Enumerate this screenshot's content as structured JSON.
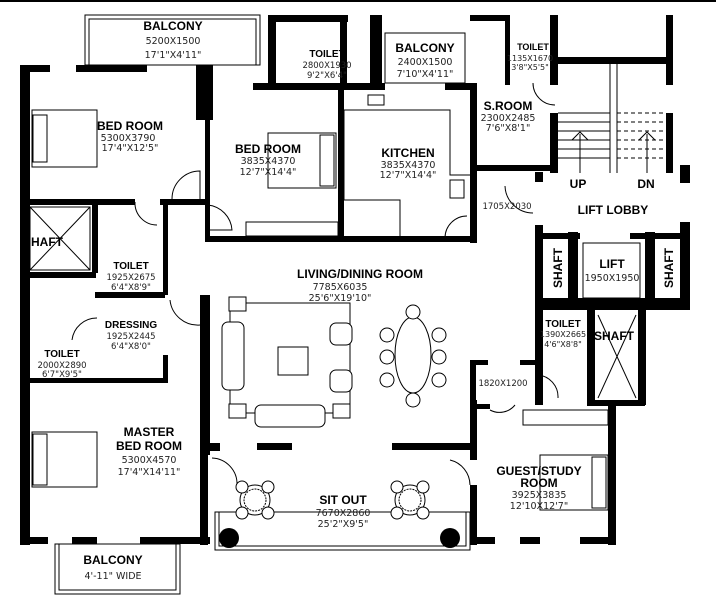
{
  "plan": {
    "rooms": {
      "balcony_top": {
        "name": "BALCONY",
        "size_mm": "5200X1500",
        "size_ft": "17'1\"X4'11\""
      },
      "toilet_top": {
        "name": "TOILET",
        "size_mm": "2800X1930",
        "size_ft": "9'2\"X6'4\""
      },
      "balcony_kitchen": {
        "name": "BALCONY",
        "size_mm": "2400X1500",
        "size_ft": "7'10\"X4'11\""
      },
      "toilet_small": {
        "name": "TOILET",
        "size_mm": "1135X1670",
        "size_ft": "3'8\"X5'5\""
      },
      "bedroom_1": {
        "name": "BED ROOM",
        "size_mm": "5300X3790",
        "size_ft": "17'4\"X12'5\""
      },
      "bedroom_2": {
        "name": "BED ROOM",
        "size_mm": "3835X4370",
        "size_ft": "12'7\"X14'4\""
      },
      "kitchen": {
        "name": "KITCHEN",
        "size_mm": "3835X4370",
        "size_ft": "12'7\"X14'4\""
      },
      "s_room": {
        "name": "S.ROOM",
        "size_mm": "2300X2485",
        "size_ft": "7'6\"X8'1\""
      },
      "stairs": {
        "up": "UP",
        "down": "DN"
      },
      "passage": {
        "size_mm": "1705X2030"
      },
      "lift_lobby": {
        "name": "LIFT LOBBY"
      },
      "shaft_left": {
        "name": "SHAFT"
      },
      "toilet_left": {
        "name": "TOILET",
        "size_mm": "1925X2675",
        "size_ft": "6'4\"X8'9\""
      },
      "living": {
        "name": "LIVING/DINING ROOM",
        "size_mm": "7785X6035",
        "size_ft": "25'6\"X19'10\""
      },
      "shaft_lift_1": {
        "name": "SHAFT"
      },
      "lift": {
        "name": "LIFT",
        "size_mm": "1950X1950"
      },
      "shaft_lift_2": {
        "name": "SHAFT"
      },
      "dressing": {
        "name": "DRESSING",
        "size_mm": "1925X2445",
        "size_ft": "6'4\"X8'0\""
      },
      "toilet_master": {
        "name": "TOILET",
        "size_mm": "2000X2890",
        "size_ft": "6'7\"X9'5\""
      },
      "toilet_guest": {
        "name": "TOILET",
        "size_mm": "1390X2665",
        "size_ft": "4'6\"X8'8\""
      },
      "shaft_right": {
        "name": "SHAFT"
      },
      "foyer": {
        "size_mm": "1820X1200"
      },
      "master_bedroom": {
        "name_line1": "MASTER",
        "name_line2": "BED ROOM",
        "size_mm": "5300X4570",
        "size_ft": "17'4\"X14'11\""
      },
      "sit_out": {
        "name": "SIT OUT",
        "size_mm": "7670X2860",
        "size_ft": "25'2\"X9'5\""
      },
      "guest_room": {
        "name_line1": "GUEST/STUDY",
        "name_line2": "ROOM",
        "size_mm": "3925X3835",
        "size_ft": "12'10X12'7\""
      },
      "balcony_master": {
        "name": "BALCONY",
        "size_ft": "4'-11\" WIDE"
      }
    }
  }
}
